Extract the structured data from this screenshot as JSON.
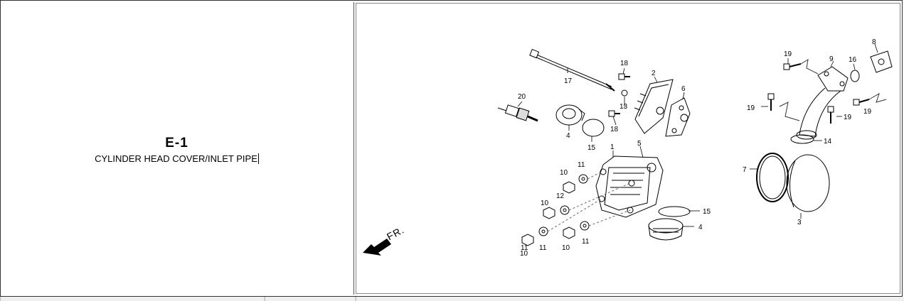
{
  "section": {
    "code": "E-1",
    "title": "CYLINDER HEAD COVER/INLET PIPE"
  },
  "diagram": {
    "direction_label": "FR.",
    "callouts": [
      "1",
      "2",
      "3",
      "4",
      "4",
      "5",
      "6",
      "7",
      "8",
      "9",
      "10",
      "10",
      "10",
      "10",
      "11",
      "11",
      "11",
      "11",
      "12",
      "13",
      "14",
      "15",
      "15",
      "16",
      "17",
      "18",
      "18",
      "19",
      "19",
      "19",
      "19",
      "20"
    ]
  }
}
